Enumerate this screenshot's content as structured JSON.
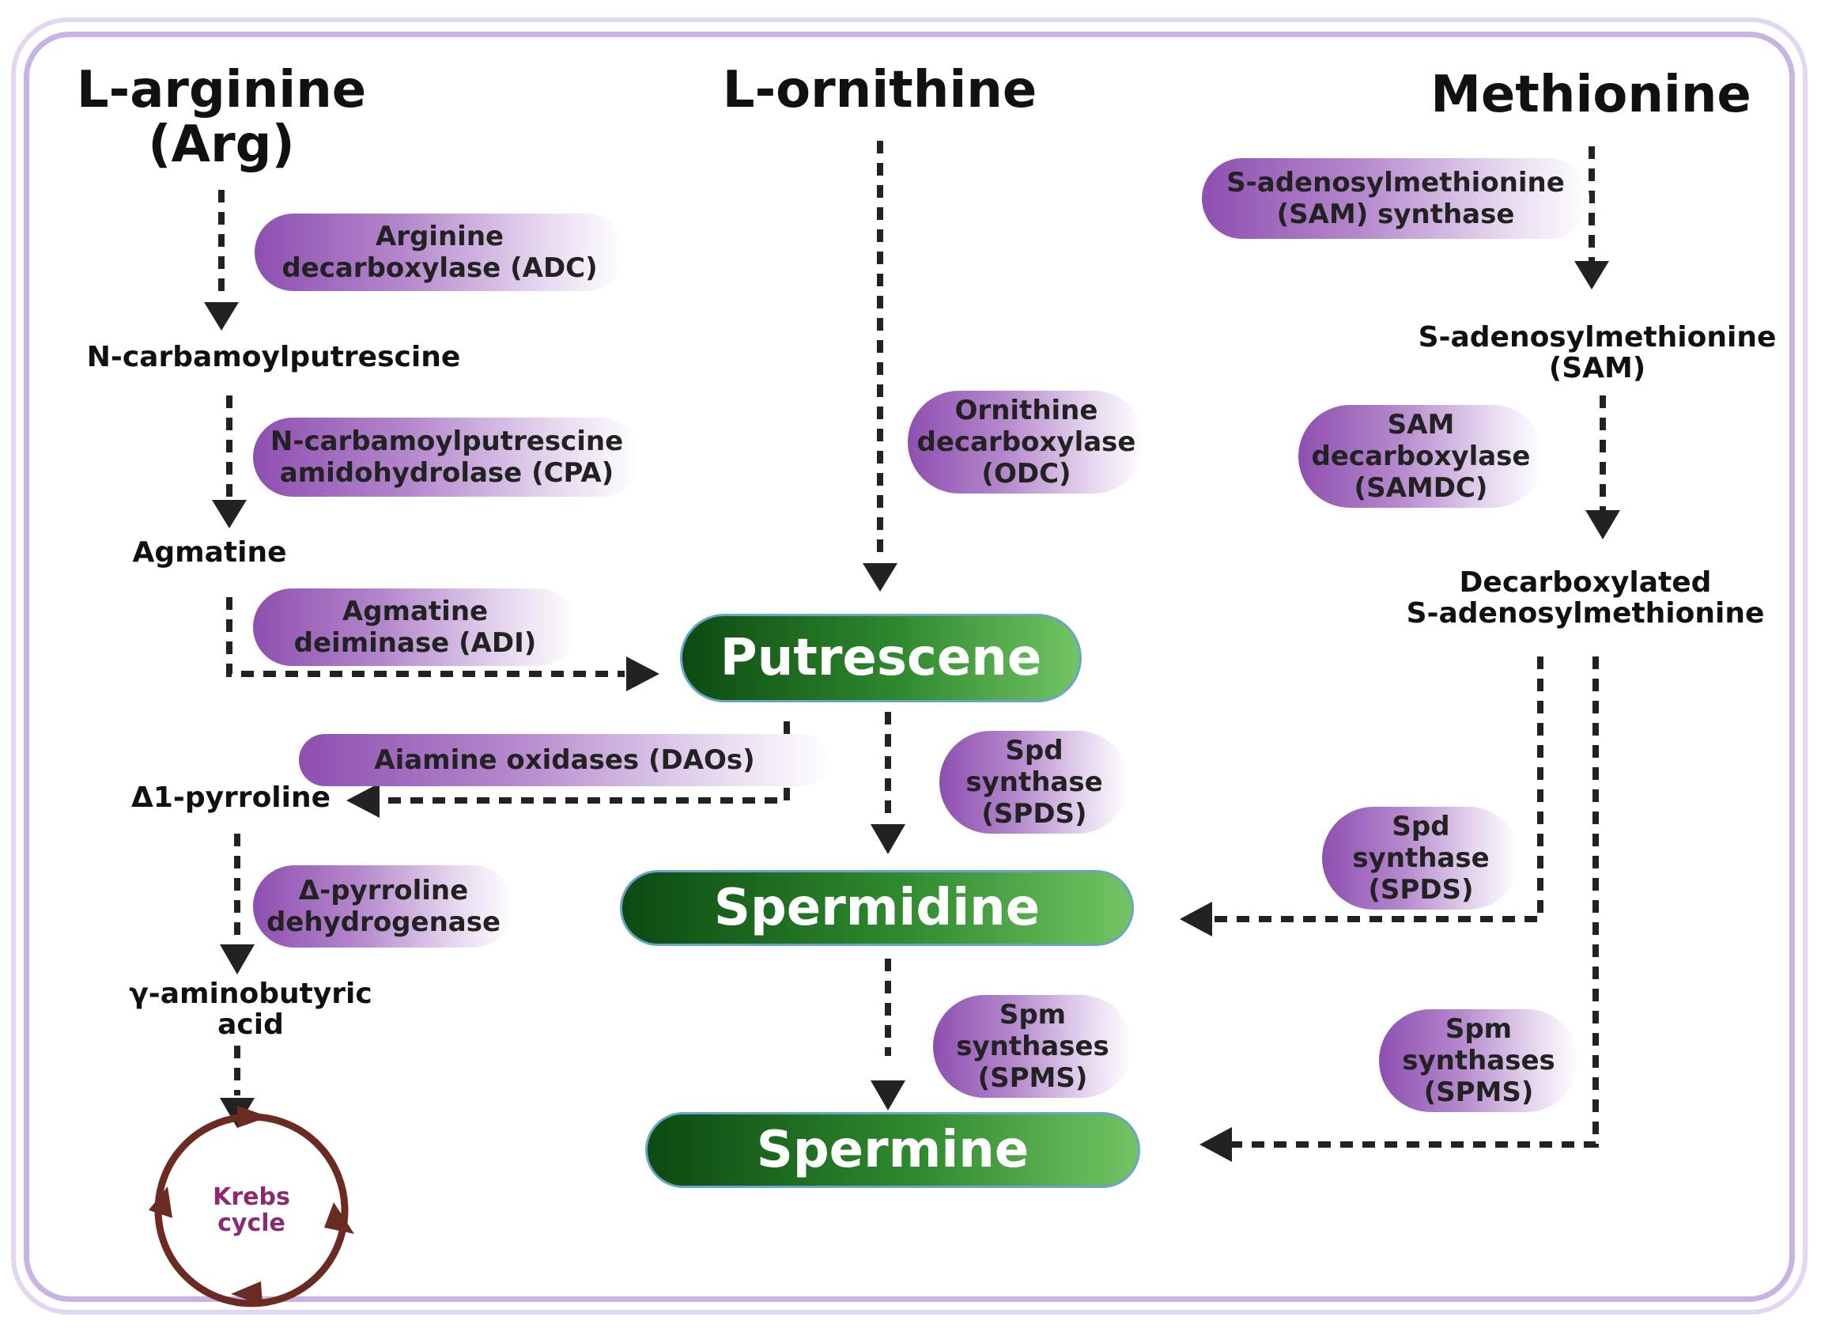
{
  "sources": {
    "arginine": "L-arginine\n(Arg)",
    "ornithine": "L-ornithine",
    "methionine": "Methionine"
  },
  "intermediates": {
    "n_carbamoylputrescine": "N-carbamoylputrescine",
    "agmatine": "Agmatine",
    "pyrroline": "Δ1-pyrroline",
    "gaba": "γ-aminobutyric\nacid",
    "sam": "S-adenosylmethionine\n(SAM)",
    "dcsam": "Decarboxylated\nS-adenosylmethionine"
  },
  "enzymes": {
    "adc": "Arginine\ndecarboxylase (ADC)",
    "cpa": "N-carbamoylputrescine\namidohydrolase (CPA)",
    "adi": "Agmatine\ndeiminase (ADI)",
    "daos": "Aiamine oxidases (DAOs)",
    "pyrroline_dh": "Δ-pyrroline\ndehydrogenase",
    "odc": "Ornithine\ndecarboxylase\n(ODC)",
    "spds_center": "Spd\nsynthase\n(SPDS)",
    "spms_center": "Spm\nsynthases\n(SPMS)",
    "sam_synthase": "S-adenosylmethionine\n(SAM) synthase",
    "samdc": "SAM\ndecarboxylase\n(SAMDC)",
    "spds_right": "Spd\nsynthase\n(SPDS)",
    "spms_right": "Spm\nsynthases\n(SPMS)"
  },
  "products": {
    "putrescine": "Putrescene",
    "spermidine": "Spermidine",
    "spermine": "Spermine"
  },
  "krebs": "Krebs\ncycle",
  "colors": {
    "frame": "#c8b4e4",
    "enzyme_purple": "#8e4fb0",
    "product_green": "#0c4a12",
    "krebs_brown": "#6b2a22",
    "arrow": "#222222"
  }
}
